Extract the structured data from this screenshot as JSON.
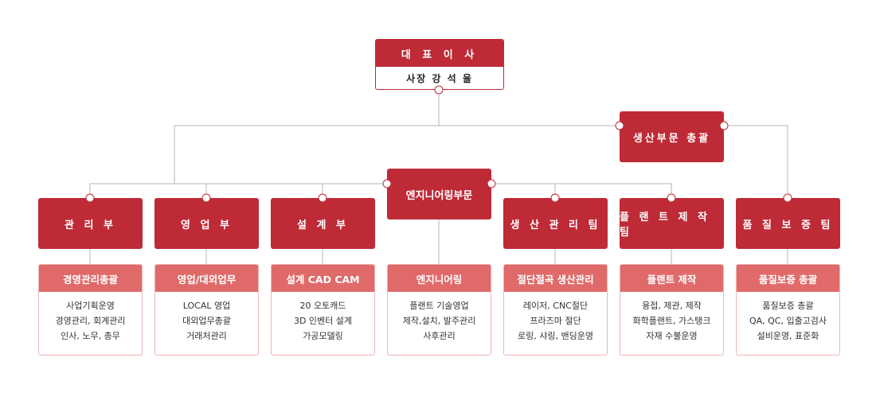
{
  "ceo": {
    "title": "대 표 이 사",
    "name": "사장  강 석 율"
  },
  "production_head": "생산부문 총괄",
  "engineering_division": "엔지니어링부문",
  "departments": [
    {
      "name": "관 리 부",
      "sub_title": "경영관리총괄",
      "items": [
        "사업기획운영",
        "경영관리, 회계관리",
        "인사, 노무, 총무"
      ]
    },
    {
      "name": "영 업 부",
      "sub_title": "영업/대외업무",
      "items": [
        "LOCAL 영업",
        "대외업무총괄",
        "거래처관리"
      ]
    },
    {
      "name": "설 계 부",
      "sub_title": "설계 CAD CAM",
      "items": [
        "20 오토캐드",
        "3D 인벤터 설계",
        "가공모델링"
      ]
    },
    {
      "name": "엔지니어링부문",
      "sub_title": "엔지니어링",
      "items": [
        "플랜트 기술영업",
        "제작,설치, 발주관리",
        "사후관리"
      ]
    },
    {
      "name": "생 산 관 리 팀",
      "sub_title": "절단절곡 생산관리",
      "items": [
        "레이저, CNC절단",
        "프라즈마 절단",
        "로링, 샤링, 밴딩운영"
      ]
    },
    {
      "name": "플 랜 트 제 작 팀",
      "sub_title": "플랜트 제작",
      "items": [
        "용접, 제관, 제작",
        "화학플랜트, 가스탱크",
        "자재 수불운영"
      ]
    },
    {
      "name": "품 질 보 증 팀",
      "sub_title": "품질보증 총괄",
      "items": [
        "품질보증 총괄",
        "QA, QC, 입출고검사",
        "설비운영, 표준화"
      ]
    }
  ],
  "colors": {
    "primary": "#be2a36",
    "sub_header": "#e06a6a",
    "line": "#b5b5b5"
  }
}
